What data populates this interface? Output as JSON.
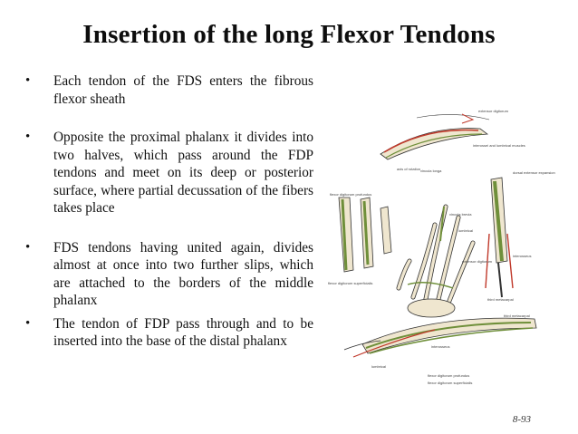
{
  "title": "Insertion of the long Flexor Tendons",
  "bullets": [
    "Each tendon of the FDS enters the fibrous flexor sheath",
    "Opposite the proximal phalanx it divides into two halves, which pass around the FDP tendons and meet on its deep or posterior surface, where partial decussation of the fibers takes place",
    "FDS tendons having united again, divides almost at once into two further slips, which are attached to the borders of the middle phalanx",
    "The tendon of FDP pass through and to be inserted into the base of the distal phalanx"
  ],
  "bullet_icon": "bullet-dot",
  "slide_number": "8-93",
  "figure": {
    "description_icon": "anatomy-illustration-icon",
    "labels": {
      "extensor_digitorum": "extensor digitorum",
      "axis_of_rotation": "axis of rotation",
      "interossei_lumbrical": "interossei and lumbrical muscles",
      "flexor_digitorum_profundus": "flexor digitorum profundus",
      "flexor_digitorum_superficialis": "flexor digitorum superficialis",
      "vincula_longa": "vincula longa",
      "vincula_brevia": "vincula brevia",
      "lumbrical": "lumbrical",
      "dorsal_extensor_expansion": "dorsal extensor expansion",
      "interosseus": "interosseus",
      "third_metacarpal": "third metacarpal",
      "flexor_digitorum_profundus_2": "flexor digitorum profundus",
      "flexor_digitorum_superficialis_2": "flexor digitorum superficialis",
      "lumbrical_2": "lumbrical",
      "interosseus_2": "interosseus",
      "extensor_digitorum_2": "extensor digitorum",
      "third_metacarpal_2": "third metacarpal"
    },
    "colors": {
      "tendon_green": "#6f8f3a",
      "bone": "#efe6cf",
      "muscle_red": "#c0392b",
      "outline": "#333333"
    }
  }
}
